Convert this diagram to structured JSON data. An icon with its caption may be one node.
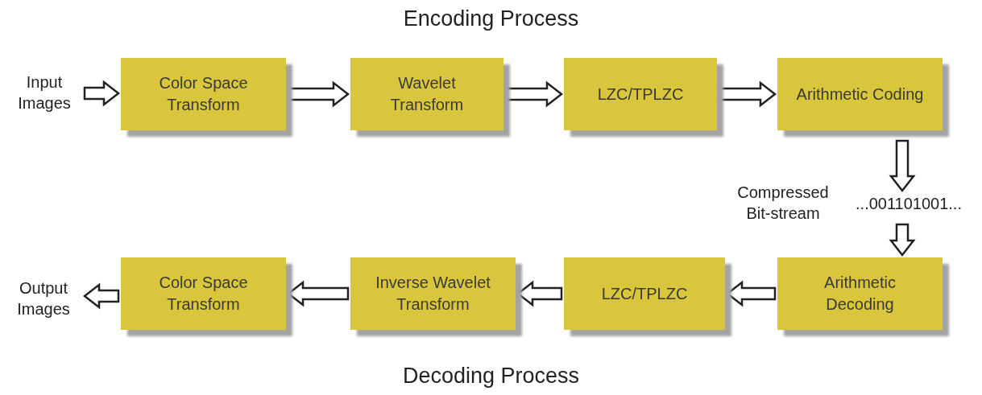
{
  "diagram": {
    "title": "Encoding Process",
    "caption": "Decoding Process",
    "nodes": [
      {
        "text": [
          "Input Images"
        ]
      },
      {
        "text": [
          "Color Space Transform"
        ]
      },
      {
        "text": [
          "Wavelet Transform"
        ]
      },
      {
        "text": [
          "LZC/TPLZC"
        ]
      },
      {
        "text": [
          "Arithmetic Coding"
        ]
      },
      {
        "text": [
          "...001101001..."
        ],
        "beside": [
          "Compressed Bit-stream"
        ]
      },
      {
        "text": [
          "Arithmetic Decoding"
        ]
      },
      {
        "text": [
          "LZC/TPLZC"
        ]
      },
      {
        "text": [
          "Inverse Wavelet Transform"
        ]
      },
      {
        "text": [
          "Color Space Transform"
        ]
      },
      {
        "text": [
          "Output Images"
        ]
      }
    ],
    "edges": [
      {
        "from": 0,
        "to": 1,
        "arrow": "to"
      },
      {
        "from": 1,
        "to": 2,
        "arrow": "to"
      },
      {
        "from": 2,
        "to": 3,
        "arrow": "to"
      },
      {
        "from": 3,
        "to": 4,
        "arrow": "to"
      },
      {
        "from": 4,
        "to": 5,
        "arrow": "to"
      },
      {
        "from": 5,
        "to": 6,
        "arrow": "to"
      },
      {
        "from": 6,
        "to": 7,
        "arrow": "to"
      },
      {
        "from": 7,
        "to": 8,
        "arrow": "to"
      },
      {
        "from": 8,
        "to": 9,
        "arrow": "to"
      },
      {
        "from": 9,
        "to": 10,
        "arrow": "to"
      }
    ]
  }
}
